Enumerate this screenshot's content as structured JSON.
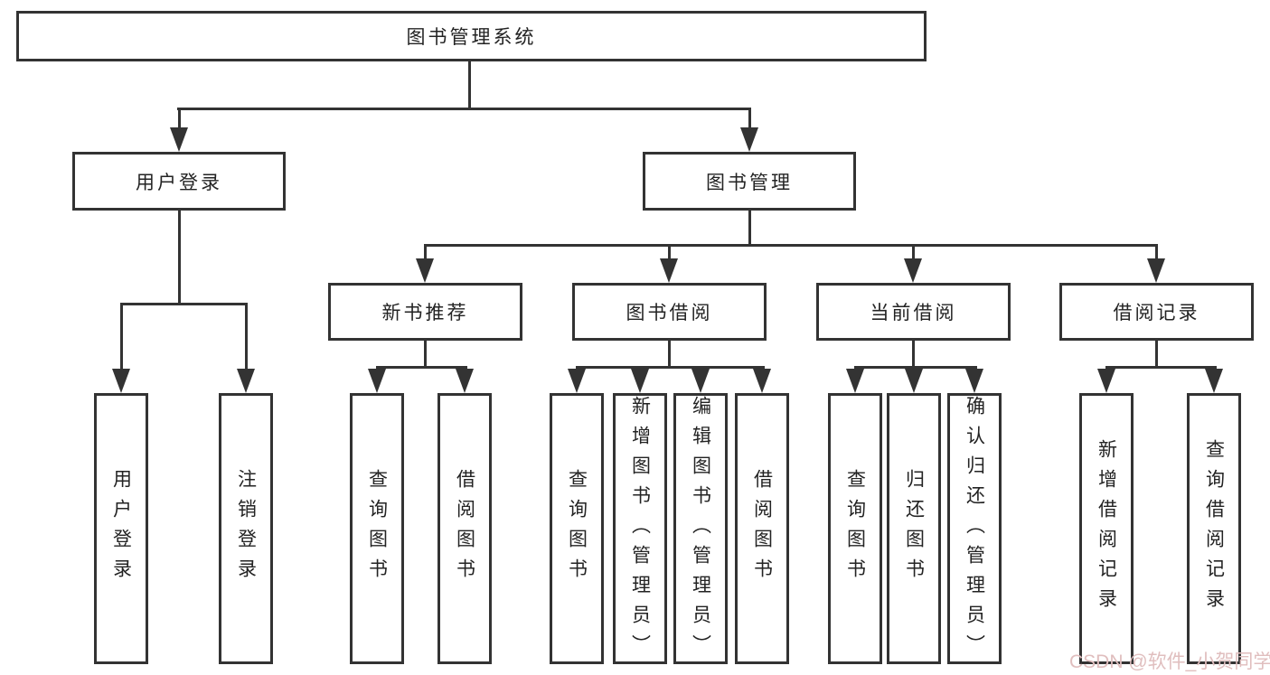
{
  "diagram": {
    "nodes": {
      "root": "图书管理系统",
      "user_login": "用户登录",
      "book_mgmt": "图书管理",
      "new_book": "新书推荐",
      "borrow": "图书借阅",
      "current": "当前借阅",
      "record": "借阅记录"
    },
    "leaves": [
      {
        "label": "用户登录"
      },
      {
        "label": "注销登录"
      },
      {
        "label": "查询图书"
      },
      {
        "label": "借阅图书"
      },
      {
        "label": "查询图书"
      },
      {
        "label": "新增图书（管理员）"
      },
      {
        "label": "编辑图书（管理员）"
      },
      {
        "label": "借阅图书"
      },
      {
        "label": "查询图书"
      },
      {
        "label": "归还图书"
      },
      {
        "label": "确认归还（管理员）"
      },
      {
        "label": "新增借阅记录"
      },
      {
        "label": "查询借阅记录"
      }
    ],
    "watermark": "CSDN @软件_小贺同学",
    "colors": {
      "line": "#333333",
      "border": "#333333",
      "fill": "#ffffff",
      "text": "#232323",
      "watermark": "#e0bebe",
      "bg": "#ffffff"
    }
  }
}
